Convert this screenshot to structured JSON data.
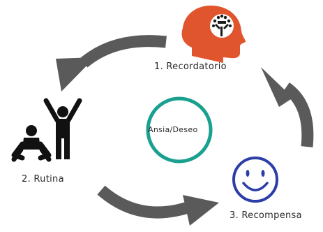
{
  "center": {
    "label": "Ansia/Deseo"
  },
  "steps": [
    {
      "label": "1. Recordatorio",
      "icon": "head-tree-icon"
    },
    {
      "label": "2. Rutina",
      "icon": "two-people-icon"
    },
    {
      "label": "3. Recompensa",
      "icon": "smiley-face-icon"
    }
  ],
  "colors": {
    "arrow": "#5a5a5a",
    "head": "#e1552e",
    "center_ring": "#19a08f",
    "smiley": "#2c3ea8",
    "figures": "#111111"
  }
}
